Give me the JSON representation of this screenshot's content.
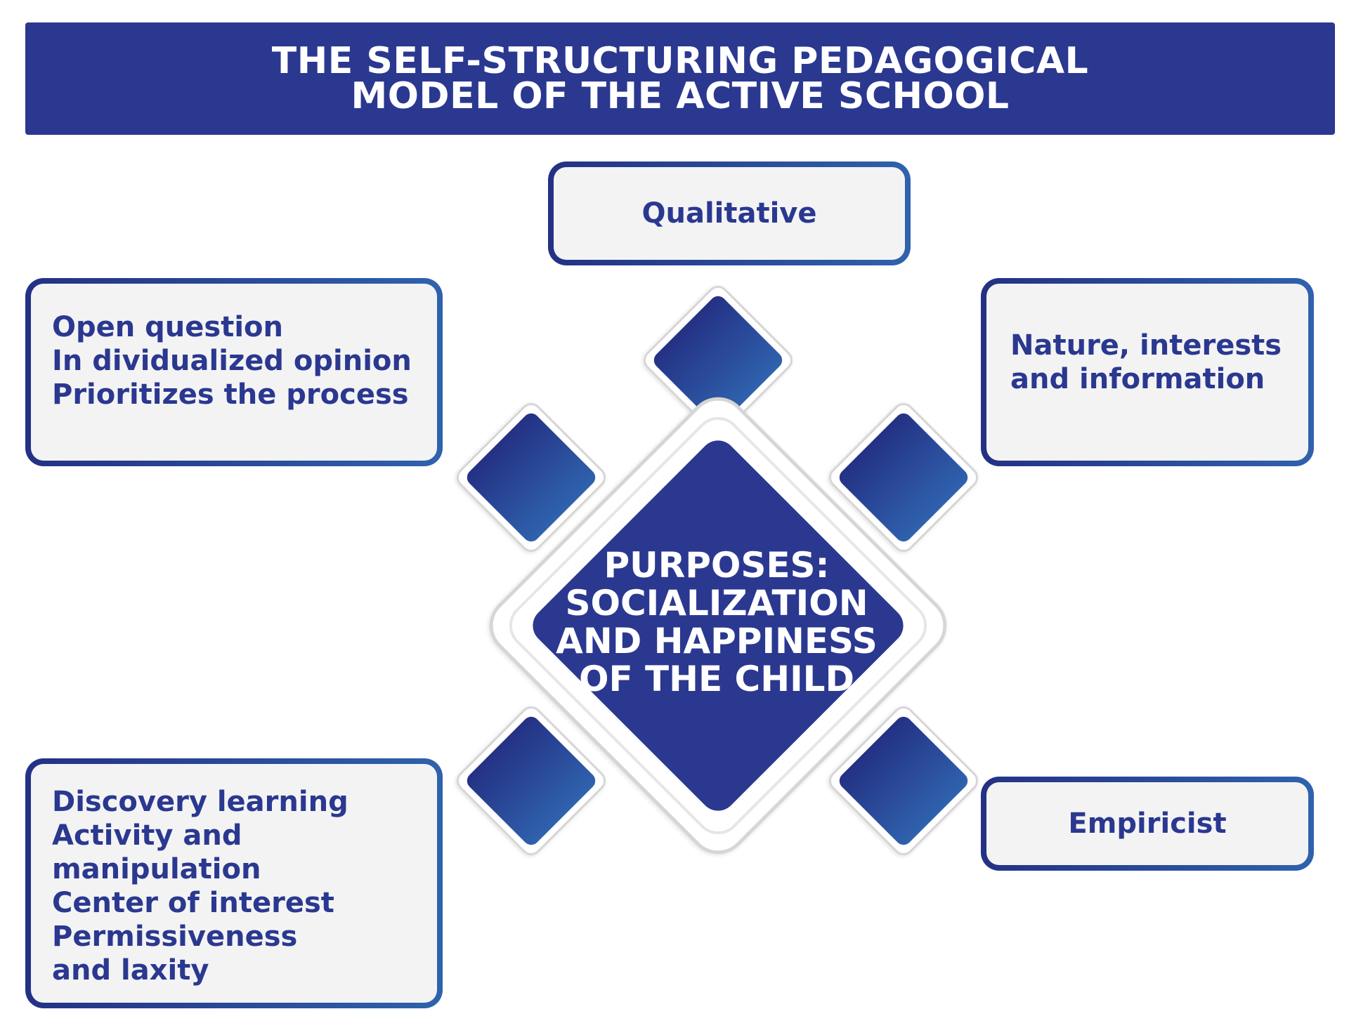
{
  "title": {
    "line1": "THE SELF-STRUCTURING PEDAGOGICAL",
    "line2": "MODEL OF THE ACTIVE SCHOOL"
  },
  "center": {
    "lines": [
      "PURPOSES:",
      "SOCIALIZATION",
      "AND HAPPINESS",
      "OF THE CHILD"
    ]
  },
  "nodes": {
    "top": {
      "lines": [
        "Qualitative"
      ]
    },
    "upper_left": {
      "lines": [
        "Open question",
        "In dividualized opinion",
        "Prioritizes the process"
      ]
    },
    "upper_right": {
      "lines": [
        "Nature, interests",
        "and information"
      ]
    },
    "lower_left": {
      "lines": [
        "Discovery learning",
        "Activity and",
        "manipulation",
        "Center of interest",
        "Permissiveness",
        "and laxity"
      ]
    },
    "lower_right": {
      "lines": [
        "Empiricist"
      ]
    }
  },
  "colors": {
    "primary": "#2a3890",
    "gradient_start": "#243184",
    "gradient_end": "#2f62ad",
    "box_fill": "#f3f3f3",
    "frame_gray": "#d6d6d6"
  }
}
